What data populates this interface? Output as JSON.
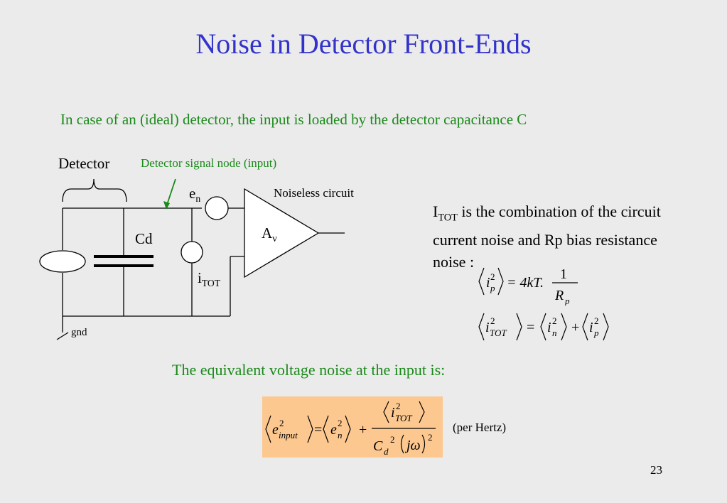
{
  "slide": {
    "title": "Noise in Detector Front-Ends",
    "intro": "In case of an (ideal) detector, the input is loaded by the detector capacitance C",
    "page_number": "23"
  },
  "circuit": {
    "detector_label": "Detector",
    "signal_node_label": "Detector signal node (input)",
    "en_base": "e",
    "en_sub": "n",
    "noiseless_label": "Noiseless circuit",
    "cd_label": "Cd",
    "av_base": "A",
    "av_sub": "v",
    "itot_base": "i",
    "itot_sub": "TOT",
    "gnd_label": "gnd"
  },
  "explanation": {
    "itot_base": "I",
    "itot_sub": "TOT",
    "text": " is the combination of the circuit current noise and Rp bias resistance noise :"
  },
  "equations": {
    "eq1_lhs": "i",
    "eq1_lhs_sup": "2",
    "eq1_lhs_sub": "p",
    "eq1_rhs": "= 4kT.",
    "eq1_num": "1",
    "eq1_den": "R",
    "eq1_den_sub": "p",
    "eq2_lhs": "i",
    "eq2_lhs_sup": "2",
    "eq2_lhs_sub": "TOT",
    "eq2_eq": "=",
    "eq2_t1": "i",
    "eq2_t1_sup": "2",
    "eq2_t1_sub": "n",
    "eq2_plus": "+",
    "eq2_t2": "i",
    "eq2_t2_sup": "2",
    "eq2_t2_sub": "p"
  },
  "voltage_noise": {
    "caption": "The equivalent voltage noise at the input is:",
    "lhs": "e",
    "lhs_sup": "2",
    "lhs_sub": "input",
    "eq": "=",
    "t1": "e",
    "t1_sup": "2",
    "t1_sub": "n",
    "plus": "+",
    "num": "i",
    "num_sup": "2",
    "num_sub": "TOT",
    "den_c": "C",
    "den_c_sub": "d",
    "den_c_sup": "2",
    "den_jw": "jω",
    "den_jw_sup": "2",
    "per_hertz": "(per Hertz)"
  },
  "colors": {
    "title": "#3333cc",
    "green_text": "#1a8a1a",
    "equation_box": "#fcc890",
    "background": "#ebebeb"
  }
}
